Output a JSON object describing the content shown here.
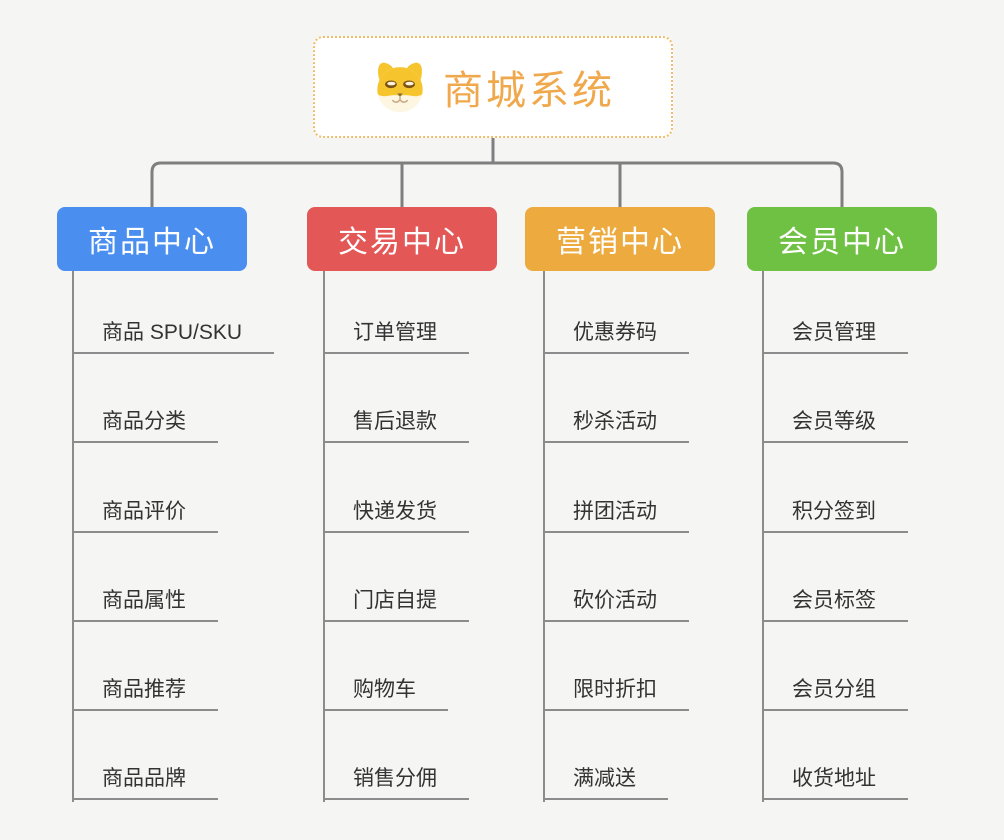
{
  "root": {
    "title": "商城系统",
    "icon": "dog-face-icon"
  },
  "branches": [
    {
      "id": "product-center",
      "label": "商品中心",
      "color": "#4a8ff0",
      "items": [
        "商品 SPU/SKU",
        "商品分类",
        "商品评价",
        "商品属性",
        "商品推荐",
        "商品品牌"
      ]
    },
    {
      "id": "trade-center",
      "label": "交易中心",
      "color": "#e35757",
      "items": [
        "订单管理",
        "售后退款",
        "快递发货",
        "门店自提",
        "购物车",
        "销售分佣"
      ]
    },
    {
      "id": "marketing-center",
      "label": "营销中心",
      "color": "#ecaa3f",
      "items": [
        "优惠券码",
        "秒杀活动",
        "拼团活动",
        "砍价活动",
        "限时折扣",
        "满减送"
      ]
    },
    {
      "id": "member-center",
      "label": "会员中心",
      "color": "#6ec143",
      "items": [
        "会员管理",
        "会员等级",
        "积分签到",
        "会员标签",
        "会员分组",
        "收货地址"
      ]
    }
  ],
  "colors": {
    "background": "#f5f5f4",
    "connector": "#7f7f7f",
    "underline": "#8c8c8c",
    "item_text": "#333333",
    "root_text": "#f0a84c",
    "root_border": "#f2bd6b",
    "root_bg": "#ffffff"
  }
}
